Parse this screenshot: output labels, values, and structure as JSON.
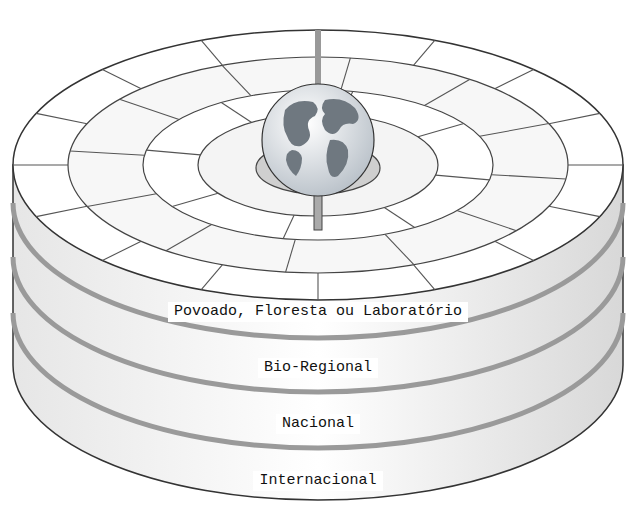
{
  "diagram": {
    "nodes": [
      {
        "text": [
          "Povoado, Floresta ou Laboratório"
        ]
      },
      {
        "text": [
          "Bio-Regional"
        ]
      },
      {
        "text": [
          "Nacional"
        ]
      },
      {
        "text": [
          "Internacional"
        ]
      }
    ]
  }
}
